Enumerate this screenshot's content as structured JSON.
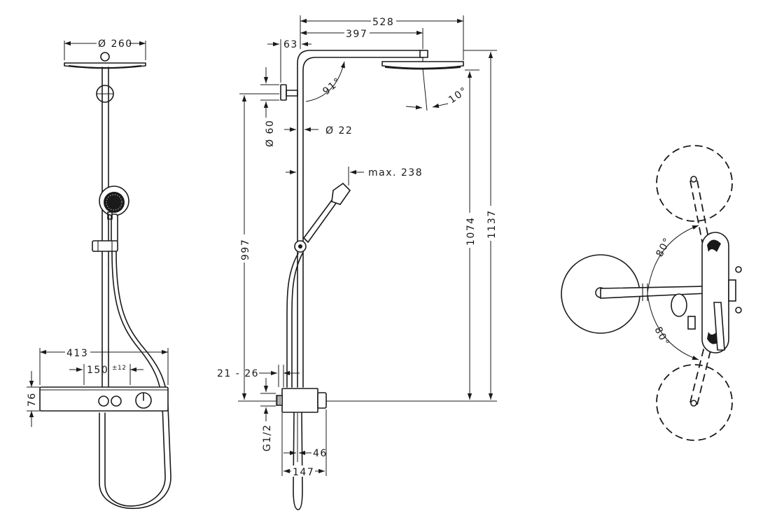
{
  "dimensions": {
    "head_diameter": "Ø 260",
    "width_413": "413",
    "spacing_150": "150",
    "tolerance_12": "±12",
    "height_76": "76",
    "reach_528": "528",
    "reach_397": "397",
    "offset_63": "63",
    "angle_91": "91°",
    "angle_10": "10°",
    "holder_60": "Ø 60",
    "pipe_22": "Ø 22",
    "max_238": "max. 238",
    "height_997": "997",
    "height_1074": "1074",
    "height_1137": "1137",
    "range_21_26": "21 - 26",
    "thread_g12": "G1/2",
    "depth_46": "46",
    "depth_147": "147",
    "angle_80_top": "80°",
    "angle_80_bottom": "80°"
  }
}
